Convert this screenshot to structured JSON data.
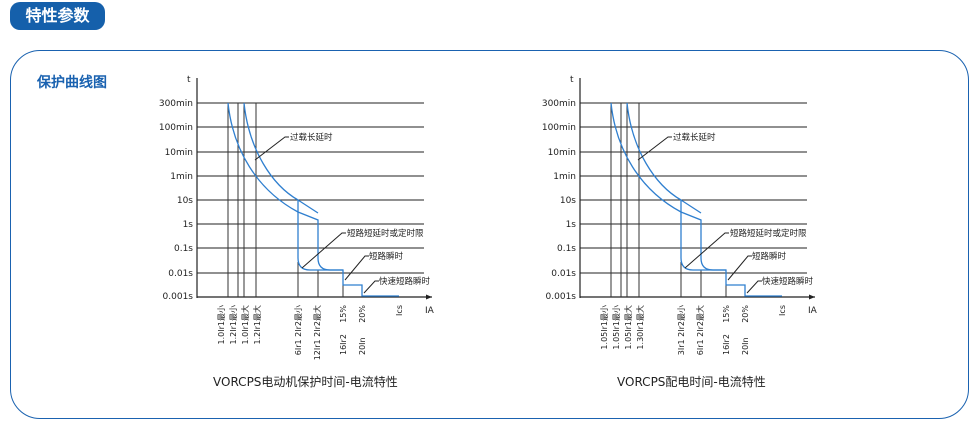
{
  "header": {
    "title": "特性参数"
  },
  "section": {
    "title": "保护曲线图"
  },
  "colors": {
    "accent": "#1560ab",
    "curve": "#2f7fcf"
  },
  "chart_data": [
    {
      "type": "line",
      "title": "VORCPS电动机保护时间-电流特性",
      "ylabel": "t",
      "xlabel": "IA",
      "yticks": [
        "300min",
        "100min",
        "10min",
        "1min",
        "10s",
        "1s",
        "0.1s",
        "0.01s",
        "0.001s"
      ],
      "xticks": [
        "1.0Ir1最小",
        "1.2Ir1最小",
        "1.0Ir1最大",
        "1.2Ir1最大",
        "6Ir1 2Ir2最小",
        "12Ir1 2Ir2最大",
        "16Ir2",
        "20In",
        "Ics"
      ],
      "xticks_top": [
        "15%",
        "20%"
      ],
      "annotations": [
        "过载长延时",
        "短路短延时或定时限",
        "短路瞬时",
        "快速短路瞬时"
      ]
    },
    {
      "type": "line",
      "title": "VORCPS配电时间-电流特性",
      "ylabel": "t",
      "xlabel": "IA",
      "yticks": [
        "300min",
        "100min",
        "10min",
        "1min",
        "10s",
        "1s",
        "0.1s",
        "0.01s",
        "0.001s"
      ],
      "xticks": [
        "1.05Ir1最小",
        "1.05Ir1最小",
        "1.05Ir1最大",
        "1.30Ir1最大",
        "3Ir1 2Ir2最小",
        "6Ir1 2Ir2最大",
        "16Ir2",
        "20In",
        "Ics"
      ],
      "xticks_top": [
        "15%",
        "20%"
      ],
      "annotations": [
        "过载长延时",
        "短路短延时或定时限",
        "短路瞬时",
        "快速短路瞬时"
      ]
    }
  ]
}
